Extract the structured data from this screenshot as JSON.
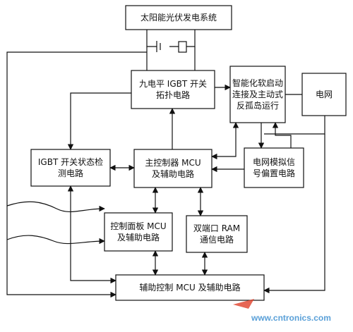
{
  "diagram": {
    "blocks": {
      "solar_pv": [
        "太阳能光伏发电系统"
      ],
      "inverter": [
        "九电平 IGBT 开关",
        "拓扑电路"
      ],
      "soft_start": [
        "智能化软启动",
        "连接及主动式",
        "反孤岛运行"
      ],
      "grid": [
        "电网"
      ],
      "igbt_detect": [
        "IGBT 开关状态检",
        "测电路"
      ],
      "main_mcu": [
        "主控制器 MCU",
        "及辅助电路"
      ],
      "grid_signal": [
        "电网模拟信",
        "号偏置电路"
      ],
      "panel_mcu": [
        "控制面板 MCU",
        "及辅助电路"
      ],
      "dual_ram": [
        "双端口 RAM",
        "通信电路"
      ],
      "aux_mcu": [
        "辅助控制 MCU 及辅助电路"
      ]
    },
    "watermark": "www.cntronics.com"
  },
  "colors": {
    "line": "#111111",
    "watermark": "#5aa0d8",
    "accent": "#e0402a"
  }
}
